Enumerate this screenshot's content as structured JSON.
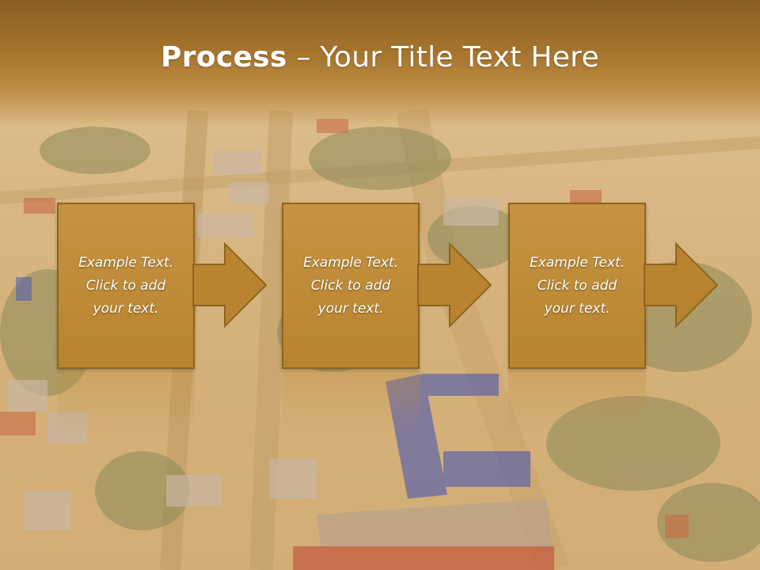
{
  "slide": {
    "title_bold": "Process",
    "title_rest": " – Your Title Text Here",
    "steps": [
      {
        "text": "Example Text.\nClick  to add\nyour text."
      },
      {
        "text": "Example Text.\nClick  to add\nyour text."
      },
      {
        "text": "Example Text.\nClick  to add\nyour text."
      }
    ]
  },
  "colors": {
    "title_band": "#a8772f",
    "box_fill": "#b8842f",
    "box_border": "#8e6420",
    "text": "#ffffff"
  },
  "icons": [
    "right-arrow-icon"
  ]
}
